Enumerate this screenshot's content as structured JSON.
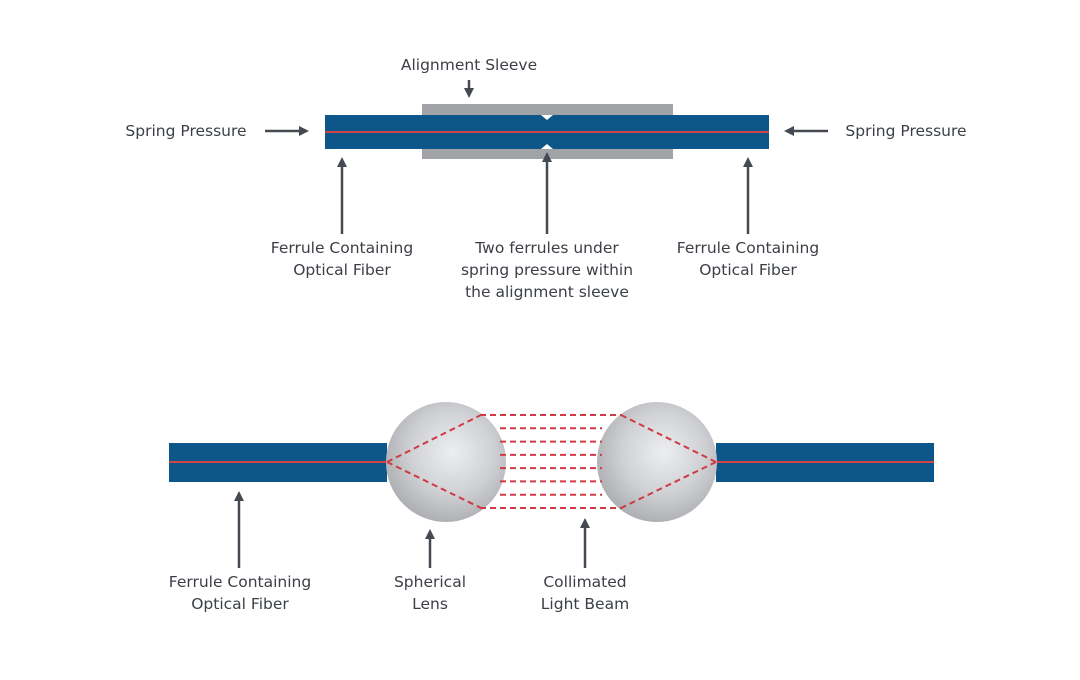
{
  "colors": {
    "ferrule": "#0d5689",
    "fiber": "#d2444c",
    "sleeve": "#a1a3a6",
    "arrow": "#454a52",
    "text": "#3b3f46",
    "beam": "#d03a44"
  },
  "top_diagram": {
    "title_label": "Alignment Sleeve",
    "left_pressure": "Spring Pressure",
    "right_pressure": "Spring Pressure",
    "left_ferrule": [
      "Ferrule Containing",
      "Optical Fiber"
    ],
    "center_note": [
      "Two ferrules under",
      "spring pressure within",
      "the alignment sleeve"
    ],
    "right_ferrule": [
      "Ferrule Containing",
      "Optical Fiber"
    ]
  },
  "bottom_diagram": {
    "left_ferrule": [
      "Ferrule Containing",
      "Optical Fiber"
    ],
    "lens": [
      "Spherical",
      "Lens"
    ],
    "beam": [
      "Collimated",
      "Light Beam"
    ],
    "beam_line_count": 8
  }
}
